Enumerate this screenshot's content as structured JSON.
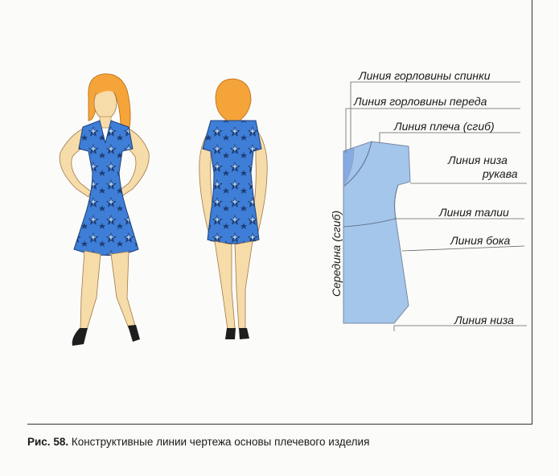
{
  "labels": {
    "back_neckline": "Линия горловины спинки",
    "front_neckline": "Линия горловины переда",
    "shoulder_line": "Линия плеча (сгиб)",
    "sleeve_bottom_1": "Линия низа",
    "sleeve_bottom_2": "рукава",
    "waist_line": "Линия талии",
    "side_line": "Линия бока",
    "bottom_line": "Линия низа",
    "center_fold": "Середина (сгиб)"
  },
  "caption": {
    "number": "Рис. 58.",
    "text": "Конструктивные линии чертежа основы плечевого изделия"
  },
  "colors": {
    "dress": "#3f7ed6",
    "pattern": "#a9cdef",
    "skin": "#f6dca8",
    "hair": "#f5a43a"
  }
}
